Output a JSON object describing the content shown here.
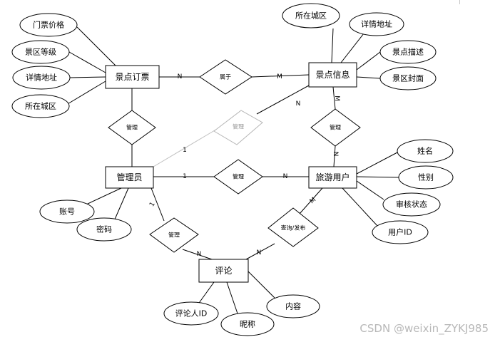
{
  "entities": {
    "ticket_order": "景点订票",
    "attraction_info": "景点信息",
    "admin": "管理员",
    "tourist_user": "旅游用户",
    "comment": "评论"
  },
  "attributes": {
    "ticket_price": "门票价格",
    "scenic_level": "景区等级",
    "order_address": "详情地址",
    "order_city": "所在城区",
    "attr_city": "所在城区",
    "attr_address": "详情地址",
    "attr_desc": "景点描述",
    "attr_cover": "景区封面",
    "user_name": "姓名",
    "user_gender": "性别",
    "user_audit": "审核状态",
    "user_id": "用户ID",
    "admin_account": "账号",
    "admin_password": "密码",
    "commenter_id": "评论人ID",
    "nickname": "昵称",
    "content": "内容"
  },
  "relationships": {
    "belongs_to": "属于",
    "manage_order": "管理",
    "manage_attraction_faded": "管理",
    "manage_attraction_user": "管理",
    "manage_user": "管理",
    "manage_comment": "管理",
    "query_publish": "查询/发布"
  },
  "cardinality": {
    "order_belongs": "N",
    "belongs_attraction": "M",
    "admin_faded": "1",
    "faded_attraction": "N",
    "attraction_manage": "M",
    "manage_user_top": "N",
    "admin_manage_user": "1",
    "manage_user_user": "N",
    "admin_manage_comment": "1",
    "manage_comment_comment": "N",
    "user_query": "M",
    "query_comment": "N"
  },
  "watermark": "CSDN @weixin_ZYKJ985"
}
